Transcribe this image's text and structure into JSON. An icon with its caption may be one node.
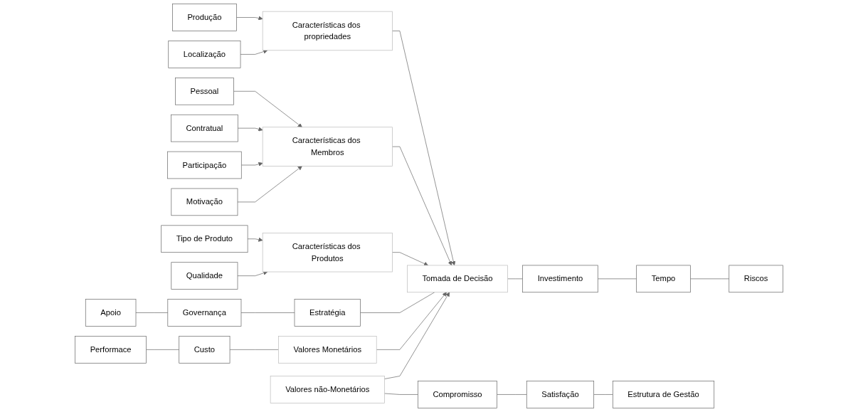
{
  "diagram": {
    "nodes": [
      {
        "text": [
          "Produção"
        ]
      },
      {
        "text": [
          "Localização"
        ]
      },
      {
        "text": [
          "Características dos propriedades"
        ]
      },
      {
        "text": [
          "Pessoal"
        ]
      },
      {
        "text": [
          "Contratual"
        ]
      },
      {
        "text": [
          "Participação"
        ]
      },
      {
        "text": [
          "Motivação"
        ]
      },
      {
        "text": [
          "Características dos Membros"
        ]
      },
      {
        "text": [
          "Tipo de Produto"
        ]
      },
      {
        "text": [
          "Qualidade"
        ]
      },
      {
        "text": [
          "Características dos Produtos"
        ]
      },
      {
        "text": [
          "Apoio"
        ]
      },
      {
        "text": [
          "Governança"
        ]
      },
      {
        "text": [
          "Estratégia"
        ]
      },
      {
        "text": [
          "Tomada de Decisão"
        ]
      },
      {
        "text": [
          "Investimento"
        ]
      },
      {
        "text": [
          "Tempo"
        ]
      },
      {
        "text": [
          "Riscos"
        ]
      },
      {
        "text": [
          "Performace"
        ]
      },
      {
        "text": [
          "Custo"
        ]
      },
      {
        "text": [
          "Valores Monetários"
        ]
      },
      {
        "text": [
          "Valores não-Monetários"
        ]
      },
      {
        "text": [
          "Compromisso"
        ]
      },
      {
        "text": [
          "Satisfação"
        ]
      },
      {
        "text": [
          "Estrutura de Gestão"
        ]
      }
    ],
    "edges": [
      {
        "from": 0,
        "to": 2,
        "arrow": "to"
      },
      {
        "from": 1,
        "to": 2,
        "arrow": "to"
      },
      {
        "from": 3,
        "to": 7,
        "arrow": "to"
      },
      {
        "from": 4,
        "to": 7,
        "arrow": "to"
      },
      {
        "from": 5,
        "to": 7,
        "arrow": "to"
      },
      {
        "from": 6,
        "to": 7,
        "arrow": "to"
      },
      {
        "from": 8,
        "to": 10,
        "arrow": "to"
      },
      {
        "from": 9,
        "to": 10,
        "arrow": "to"
      },
      {
        "from": 2,
        "to": 14,
        "arrow": "to"
      },
      {
        "from": 7,
        "to": 14,
        "arrow": "to"
      },
      {
        "from": 10,
        "to": 14,
        "arrow": "to"
      },
      {
        "from": 11,
        "to": 12,
        "arrow": "none"
      },
      {
        "from": 12,
        "to": 13,
        "arrow": "none"
      },
      {
        "from": 13,
        "to": 14,
        "arrow": "none"
      },
      {
        "from": 14,
        "to": 15,
        "arrow": "none"
      },
      {
        "from": 15,
        "to": 16,
        "arrow": "none"
      },
      {
        "from": 16,
        "to": 17,
        "arrow": "none"
      },
      {
        "from": 18,
        "to": 19,
        "arrow": "none"
      },
      {
        "from": 19,
        "to": 20,
        "arrow": "none"
      },
      {
        "from": 20,
        "to": 14,
        "arrow": "to"
      },
      {
        "from": 21,
        "to": 14,
        "arrow": "to"
      },
      {
        "from": 21,
        "to": 22,
        "arrow": "none"
      },
      {
        "from": 22,
        "to": 23,
        "arrow": "none"
      },
      {
        "from": 23,
        "to": 24,
        "arrow": "none"
      }
    ]
  }
}
